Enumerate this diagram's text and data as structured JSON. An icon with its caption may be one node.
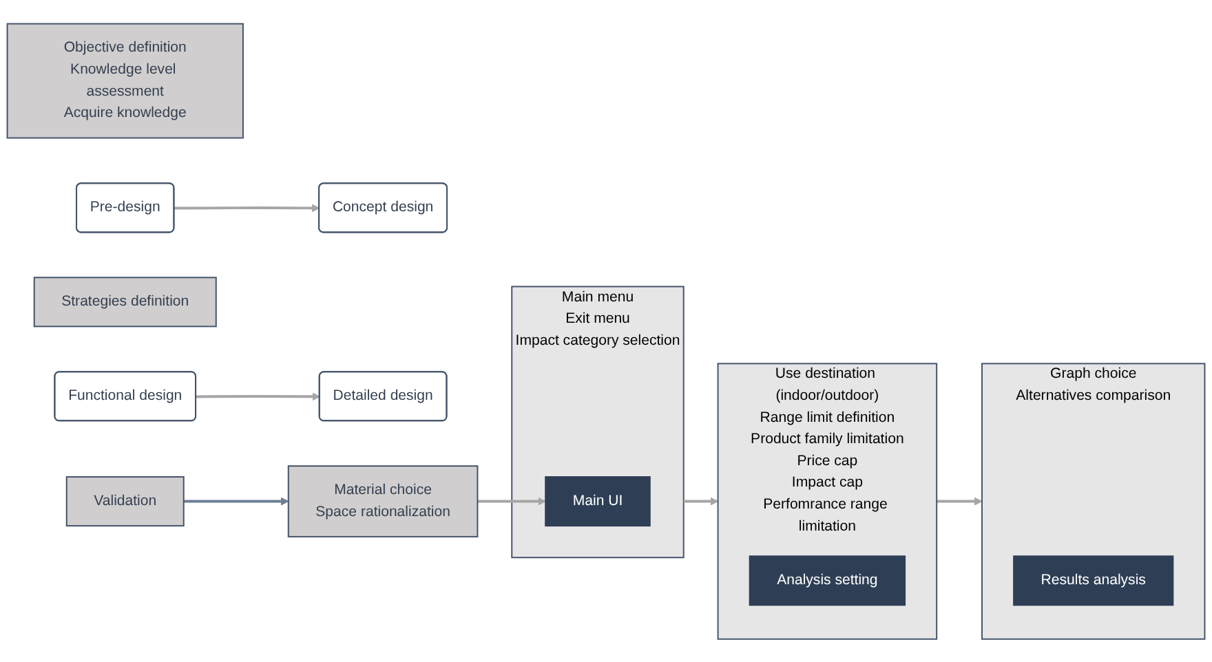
{
  "diagram": {
    "nodes": [
      {
        "text": [
          "Objective definition",
          "Knowledge level assessment",
          "Acquire knowledge"
        ]
      },
      {
        "text": [
          "Pre-design"
        ]
      },
      {
        "text": [
          "Concept design"
        ]
      },
      {
        "text": [
          "Strategies definition"
        ]
      },
      {
        "text": [
          "Validation"
        ]
      },
      {
        "text": [
          "Detailed design"
        ]
      },
      {
        "text": [
          "Functional design"
        ]
      },
      {
        "text": [
          "Material choice",
          "Space rationalization"
        ]
      },
      {
        "text": [
          "Main menu",
          "Exit menu",
          "Impact category selection"
        ]
      },
      {
        "text": [
          "Main UI"
        ],
        "in": 8
      },
      {
        "text": [
          "Use destination (indoor/outdoor)",
          "Range limit definition",
          "Product family limitation",
          "Price cap",
          "Impact cap",
          "Perfomrance range limitation"
        ]
      },
      {
        "text": [
          "Analysis setting"
        ],
        "in": 10
      },
      {
        "text": [
          "Graph choice",
          "Alternatives comparison"
        ]
      },
      {
        "text": [
          "Results analysis"
        ],
        "in": 12
      }
    ],
    "edges": [
      {
        "from": 1,
        "to": 2,
        "arrow": "to"
      },
      {
        "from": 6,
        "to": 5,
        "arrow": "to"
      },
      {
        "from": 4,
        "to": 7,
        "arrow": "to",
        "color": "#6f7f96"
      },
      {
        "from": 7,
        "to": 9,
        "arrow": "to"
      },
      {
        "from": 8,
        "to": 10,
        "arrow": "to"
      },
      {
        "from": 10,
        "to": 12,
        "arrow": "to"
      }
    ]
  }
}
